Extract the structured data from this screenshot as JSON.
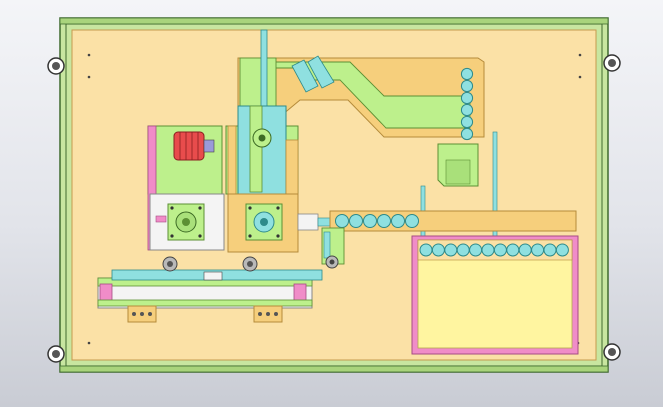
{
  "view": {
    "type": "cad-assembly-front-view",
    "background_top": "#f4f5f8",
    "background_bottom": "#c9ccd4"
  },
  "colors": {
    "frame_green": "#c8e6a0",
    "frame_dark": "#3f6a2e",
    "plate": "#fbe1a6",
    "plate_edge": "#c69a4e",
    "part_green": "#bdf08c",
    "part_cyan": "#8fe0e0",
    "part_pink": "#f08cc8",
    "part_yellow": "#fff5a0",
    "part_orange": "#f6cf7c",
    "bolt_gray": "#b9b9b9",
    "white": "#f4f4f4",
    "red_coil": "#e84c4c"
  },
  "parts": {
    "ball_column_count": 6,
    "ball_row_upper_count": 6,
    "ball_row_lower_count": 12,
    "corner_mounts": 4
  }
}
